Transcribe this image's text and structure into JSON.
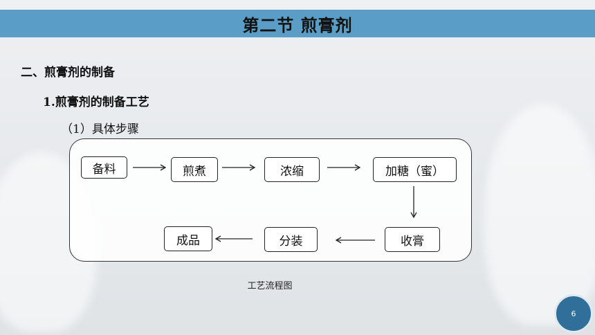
{
  "slide": {
    "title": "第二节  煎膏剂",
    "heading_section": "二、煎膏剂的制备",
    "heading_sub": "1.煎膏剂的制备工艺",
    "heading_step": "（1）具体步骤",
    "caption": "工艺流程图",
    "page_number": "6"
  },
  "flow": {
    "steps": [
      "备料",
      "煎煮",
      "浓缩",
      "加糖（蜜）",
      "收膏",
      "分装",
      "成品"
    ]
  },
  "colors": {
    "title_bar": "#5a9ec7",
    "page_badge": "#2f6f9a"
  }
}
